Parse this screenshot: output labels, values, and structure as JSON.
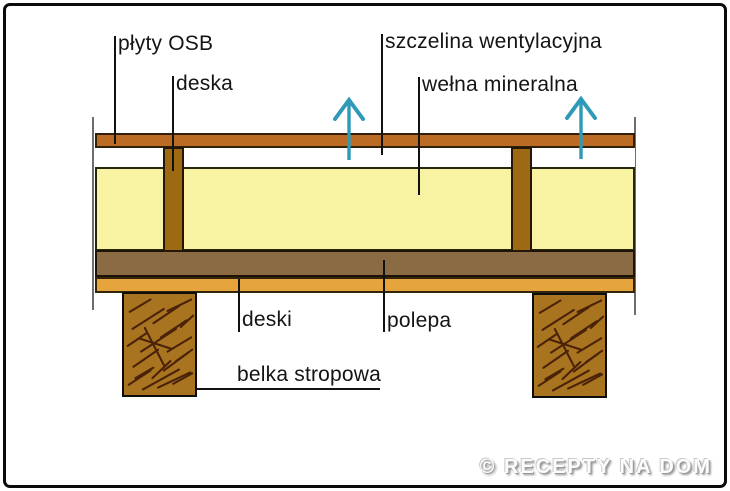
{
  "diagram_title": "floor-ceiling-construction-cross-section",
  "labels": {
    "plyty_osb": "płyty OSB",
    "deska": "deska",
    "szczelina_wentylacyjna": "szczelina wentylacyjna",
    "welna_mineralna": "wełna mineralna",
    "deski": "deski",
    "polepa": "polepa",
    "belka_stropowa": "belka stropowa"
  },
  "watermark": "© RECEPTY NA DOM",
  "colors": {
    "osb_fill": "#bb6b23",
    "vent_gap_fill": "#ffffff",
    "wool_fill": "#f8f3a3",
    "polepa_fill": "#8b6b43",
    "deski_fill": "#e6a43d",
    "post_fill": "#9d6a13",
    "beam_fill": "#a9741f",
    "beam_grain": "#4a2208",
    "arrow": "#2f9ab8",
    "frame_border": "#0b0b0b"
  }
}
